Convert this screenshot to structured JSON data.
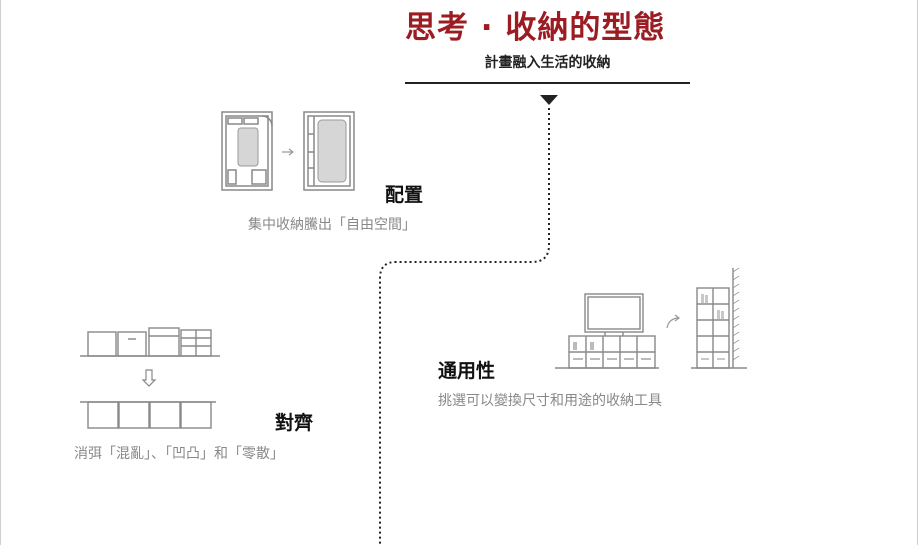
{
  "header": {
    "title": "思考 · 收納的型態",
    "subtitle": "計畫融入生活的收納"
  },
  "sections": {
    "placement": {
      "label": "配置",
      "desc": "集中收納騰出「自由空間」"
    },
    "versatility": {
      "label": "通用性",
      "desc": "挑選可以變換尺寸和用途的收納工具"
    },
    "alignment": {
      "label": "對齊",
      "desc": "消弭「混亂」、「凹凸」和「零散」"
    }
  },
  "colors": {
    "title": "#9b1c22",
    "line": "#222222",
    "illustration": "#777777"
  },
  "icons": [
    "arrow-down-icon",
    "arrow-right-icon",
    "curved-arrow-icon"
  ]
}
